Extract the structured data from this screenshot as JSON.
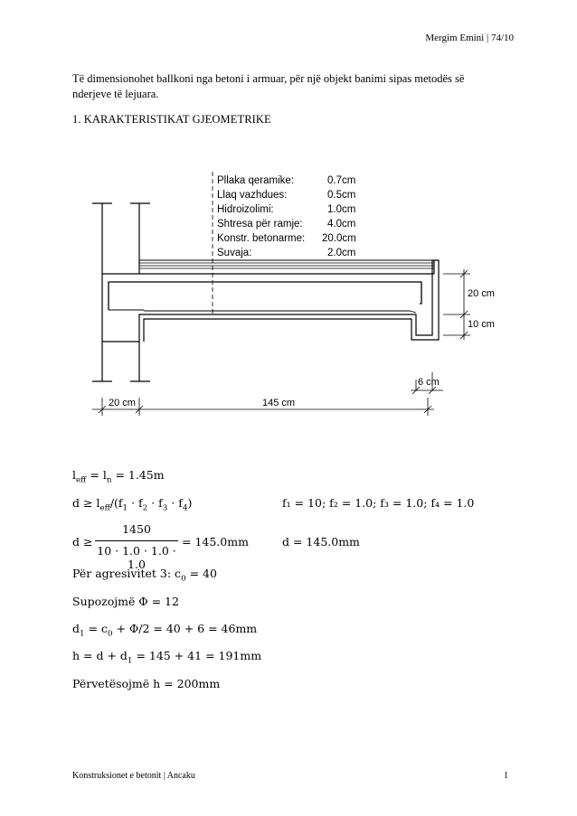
{
  "header": {
    "text": "Mergim Emini | 74/10"
  },
  "intro": {
    "text": "Të dimensionohet ballkoni nga betoni i armuar, për një objekt banimi sipas metodës së nderjeve të lejuara."
  },
  "section": {
    "title": "1.  KARAKTERISTIKAT GJEOMETRIKE"
  },
  "drawing": {
    "layers": [
      {
        "name": "Pllaka qeramike:",
        "thickness": "0.7cm"
      },
      {
        "name": "Llaq vazhdues:",
        "thickness": "0.5cm"
      },
      {
        "name": "Hidroizolimi:",
        "thickness": "1.0cm"
      },
      {
        "name": "Shtresa për ramje:",
        "thickness": "4.0cm"
      },
      {
        "name": "Konstr. betonarme:",
        "thickness": "20.0cm"
      },
      {
        "name": "Suvaja:",
        "thickness": "2.0cm"
      }
    ],
    "dims": {
      "slab": "20 cm",
      "drip": "10 cm",
      "lip": "6 cm",
      "wall": "20 cm",
      "span": "145 cm"
    }
  },
  "calc": {
    "leff_lhs": "l",
    "leff_sub": "eff",
    "leff_eq": " = l",
    "leff_sub2": "n",
    "leff_val": " = 1.45m",
    "d_rel": "d ≥ l",
    "d_sub": "eff",
    "d_rest_a": "/(f",
    "d_rest_b": " · f",
    "d_rest_c": " · f",
    "d_rest_d": " · f",
    "d_rest_e": ")",
    "d_i1": "1",
    "d_i2": "2",
    "d_i3": "3",
    "d_i4": "4",
    "factors": "f₁ = 10;  f₂ = 1.0;  f₃ = 1.0;  f₄ = 1.0",
    "frac_lhs": "d ≥",
    "frac_num": "1450",
    "frac_den": "10 · 1.0 · 1.0 · 1.0",
    "frac_rhs": "= 145.0mm",
    "d_result": "d = 145.0mm",
    "agresivitet_label": "Për agresivitet 3: c",
    "agresivitet_sub": "0",
    "agresivitet_val": " = 40",
    "supozojme": "Supozojmë Φ = 12",
    "d1_a": "d",
    "d1_sub": "1",
    "d1_b": " = c",
    "d1_sub2": "0",
    "d1_c": " + Φ/2 = 40 + 6 = 46mm",
    "h_a": "h = d + d",
    "h_sub": "1",
    "h_b": " = 145 + 41 = 191mm",
    "pervetesojme": "Përvetësojmë h = 200mm"
  },
  "footer": {
    "left": "Konstruksionet e betonit | Ancaku",
    "page": "1"
  }
}
